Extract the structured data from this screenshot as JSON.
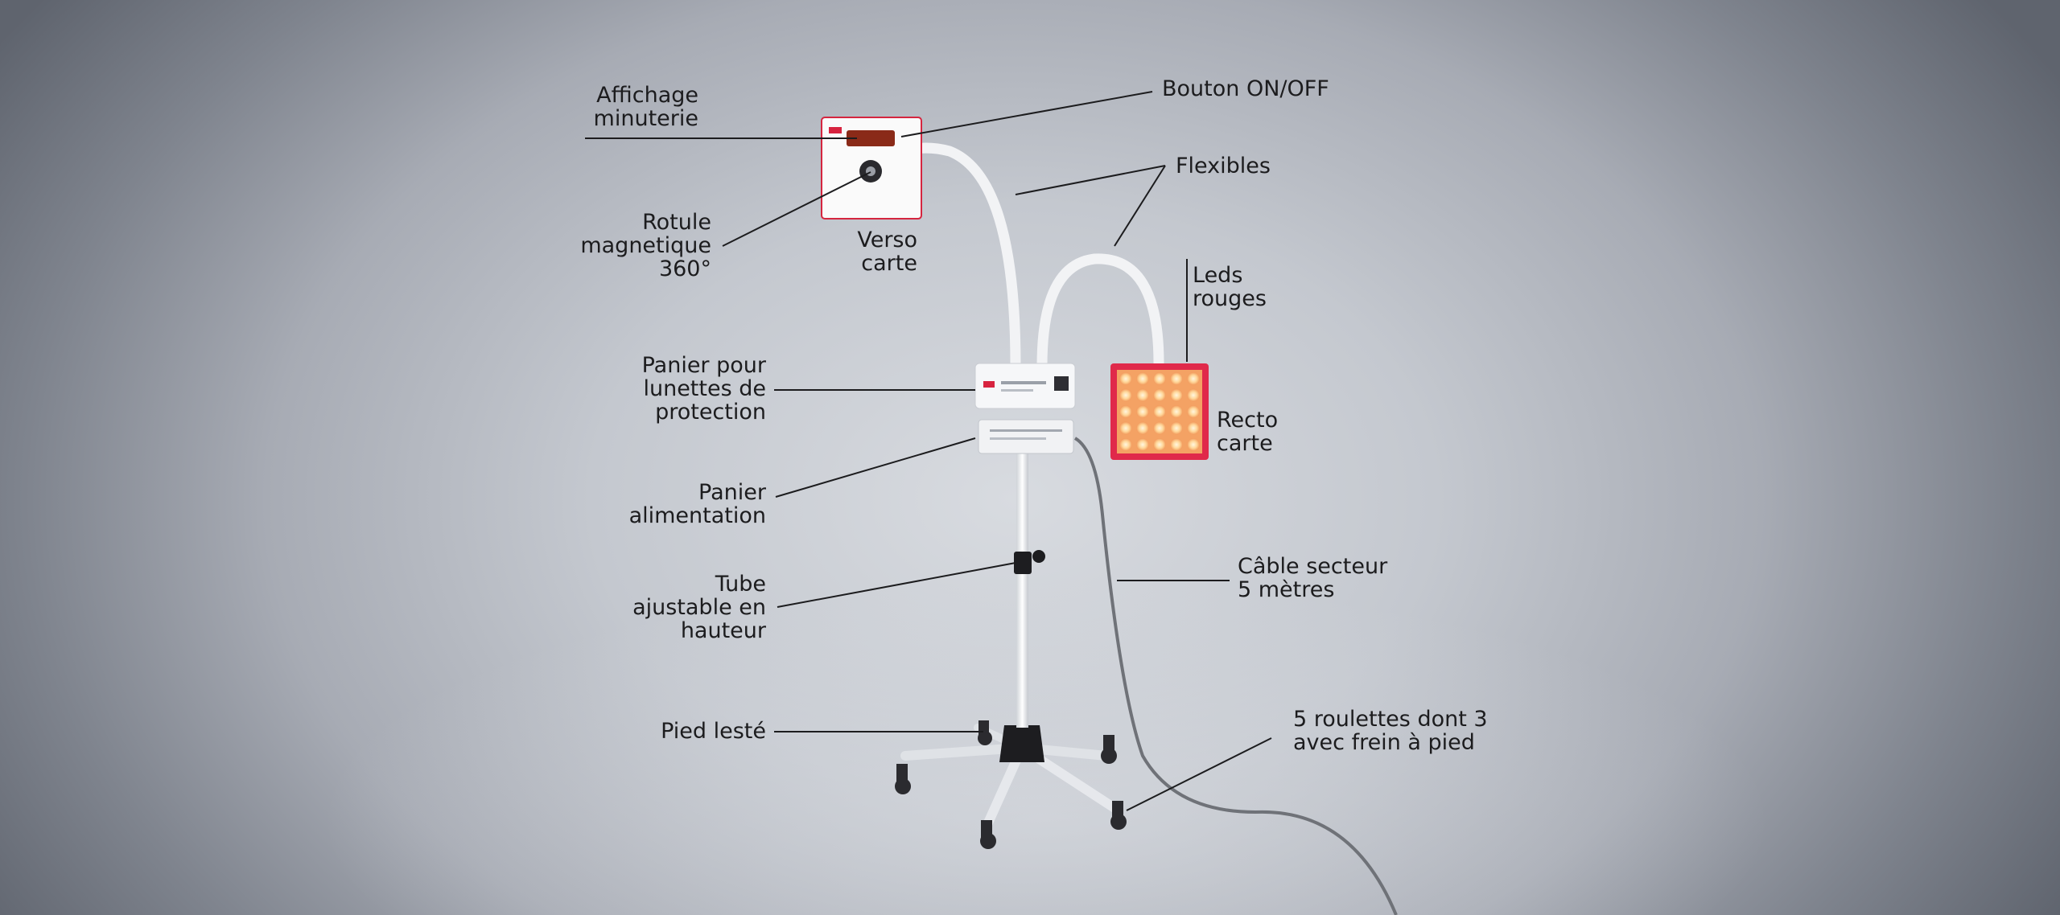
{
  "callouts": {
    "affichage": "Affichage\nminuterie",
    "bouton": "Bouton ON/OFF",
    "flexibles": "Flexibles",
    "rotule": "Rotule\nmagnetique\n360°",
    "verso": "Verso\ncarte",
    "leds": "Leds\nrouges",
    "panier_lunettes": "Panier pour\nlunettes de\nprotection",
    "recto": "Recto\ncarte",
    "panier_alim": "Panier\nalimentation",
    "cable": "Câble secteur\n5 mètres",
    "tube": "Tube\najustable en\nhauteur",
    "pied": "Pied lesté",
    "roulettes": "5 roulettes dont 3\navec frein à pied"
  },
  "colors": {
    "led_glow": "#ffcf8a",
    "led_frame": "#e0294a",
    "timer_display": "#8a2a18"
  }
}
